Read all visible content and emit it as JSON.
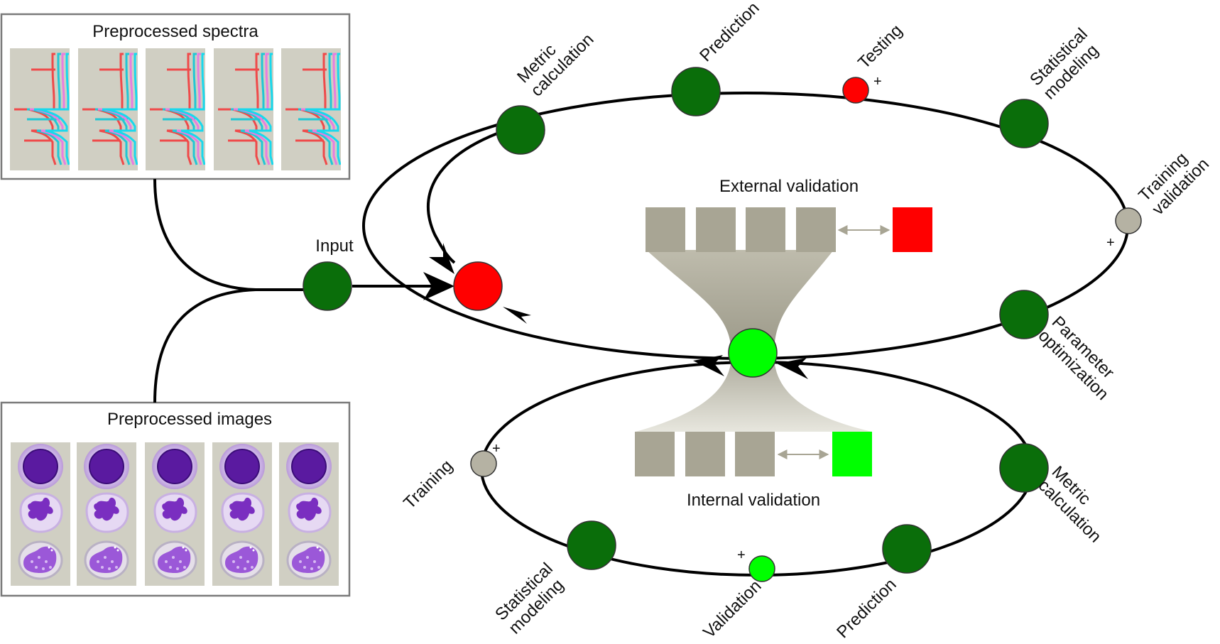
{
  "panels": {
    "spectra_title": "Preprocessed spectra",
    "images_title": "Preprocessed images"
  },
  "input_label": "Input",
  "external": {
    "title": "External validation",
    "nodes": {
      "metric": [
        "Metric",
        "calculation"
      ],
      "prediction": "Prediction",
      "testing": "Testing",
      "statistical": [
        "Statistical",
        "modeling"
      ],
      "training_validation": [
        "Training",
        "validation"
      ],
      "parameter": [
        "Parameter",
        "optimization"
      ]
    }
  },
  "internal": {
    "title": "Internal validation",
    "nodes": {
      "training": "Training",
      "statistical": [
        "Statistical",
        "modeling"
      ],
      "validation": "Validation",
      "prediction": "Prediction",
      "metric": [
        "Metric",
        "calculation"
      ]
    }
  },
  "plus_sign": "+",
  "colors": {
    "dark_green": "#0a6e0a",
    "bright_green": "#00ff00",
    "red": "#ff0000",
    "gray_node": "#b5b2a3",
    "block_gray": "#a8a594",
    "panel_bg": "#d0cfc3",
    "ring": "#000000"
  },
  "icons": {
    "flow_arrow": "arrowhead",
    "spectrum": "spectrum-icon",
    "cell": "cell-icon"
  }
}
